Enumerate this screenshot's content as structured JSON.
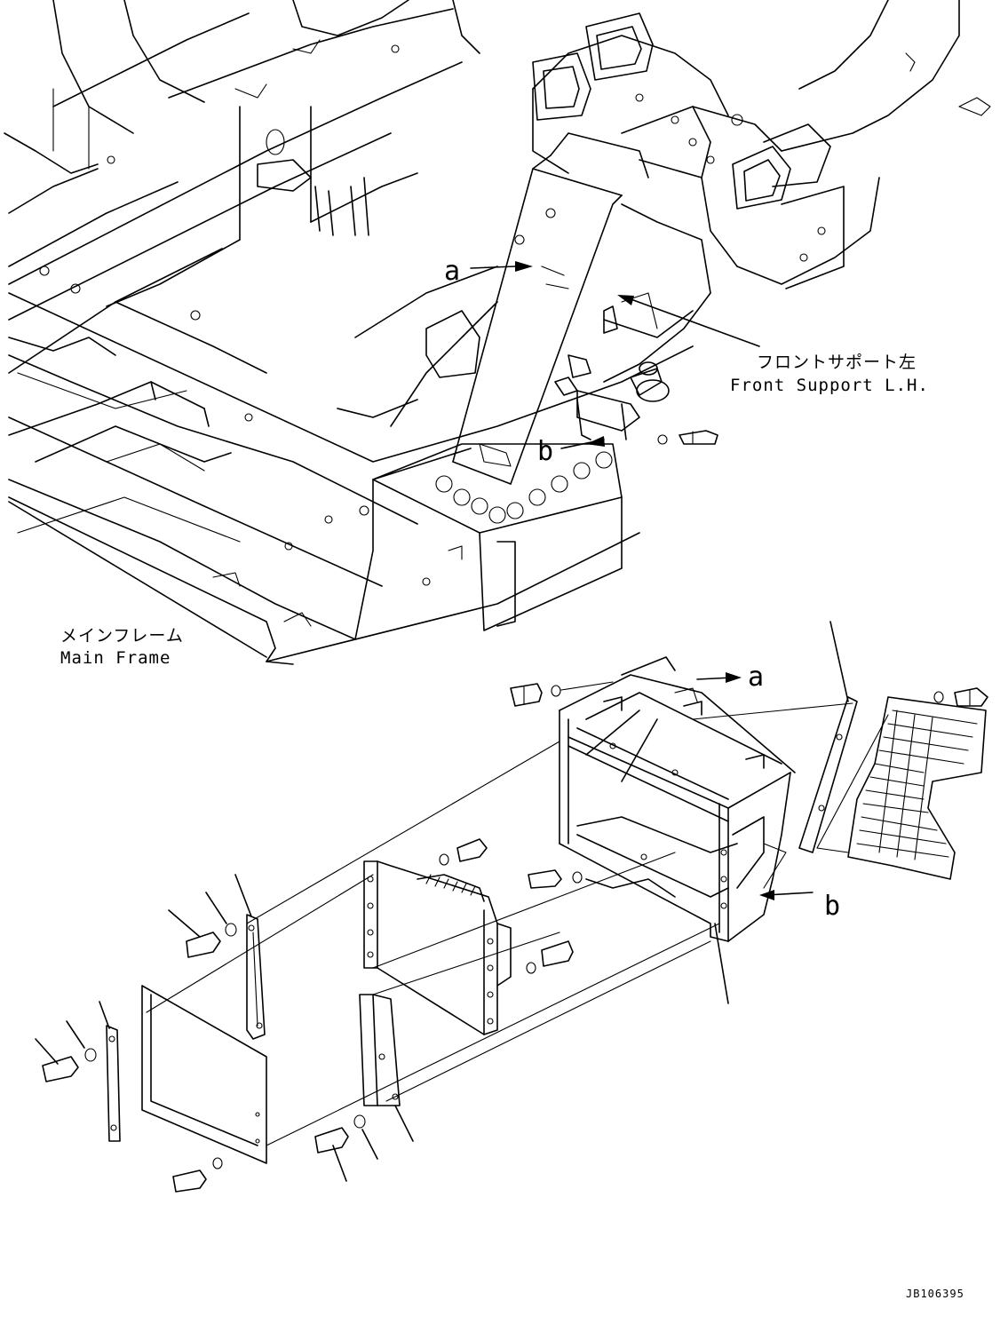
{
  "callouts": {
    "a_top": "a",
    "b_top": "b",
    "a_bottom": "a",
    "b_bottom": "b"
  },
  "front_support": {
    "jp": "フロントサポート左",
    "en": "Front Support L.H."
  },
  "main_frame": {
    "jp": "メインフレーム",
    "en": "Main Frame"
  },
  "drawing_code": "JB106395"
}
